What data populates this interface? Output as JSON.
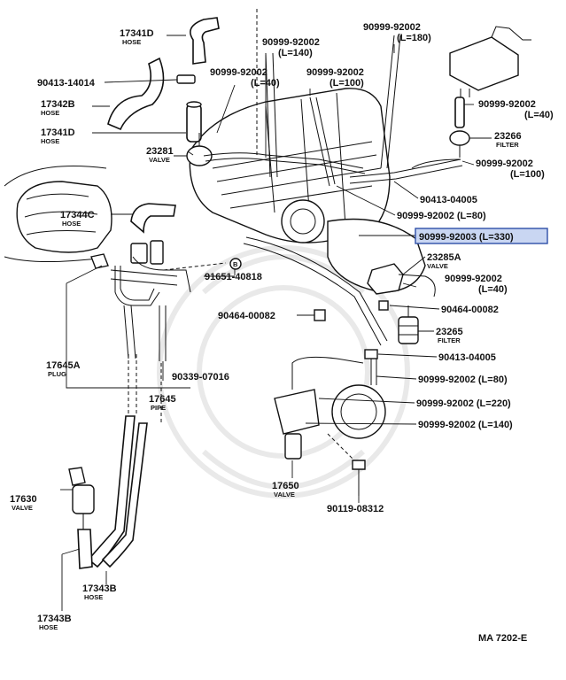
{
  "labels": {
    "p17341D_top": "17341D",
    "p17341D_top_sub": "HOSE",
    "p90413_14014": "90413-14014",
    "p17342B": "17342B",
    "p17342B_sub": "HOSE",
    "p17341D_mid": "17341D",
    "p17341D_mid_sub": "HOSE",
    "p23281": "23281",
    "p23281_sub": "VALVE",
    "p17344C": "17344C",
    "p17344C_sub": "HOSE",
    "p90999_92002_140_a": "90999-92002",
    "p90999_92002_140_b": "(L=140)",
    "p90999_92002_40_a": "90999-92002",
    "p90999_92002_40_b": "(L=40)",
    "p90999_92002_100_a": "90999-92002",
    "p90999_92002_100_b": "(L=100)",
    "p90999_92002_180_a": "90999-92002",
    "p90999_92002_180_b": "(L=180)",
    "p90999_92002_r40_a": "90999-92002",
    "p90999_92002_r40_b": "(L=40)",
    "p23266": "23266",
    "p23266_sub": "FILTER",
    "p90999_92002_r100_a": "90999-92002",
    "p90999_92002_r100_b": "(L=100)",
    "p90413_04005_a": "90413-04005",
    "p90999_92002_80": "90999-92002 (L=80)",
    "p90999_92003_330": "90999-92003 (L=330)",
    "p23285A": "23285A",
    "p23285A_sub": "VALVE",
    "p90999_92002_m40_a": "90999-92002",
    "p90999_92002_m40_b": "(L=40)",
    "p90464_00082_r": "90464-00082",
    "p23265": "23265",
    "p23265_sub": "FILTER",
    "p90413_04005_b": "90413-04005",
    "p90999_92002_b80": "90999-92002 (L=80)",
    "p90999_92002_220": "90999-92002 (L=220)",
    "p90999_92002_b140": "90999-92002 (L=140)",
    "p91651_40818": "91651-40818",
    "p90464_00082_l": "90464-00082",
    "p17645A": "17645A",
    "p17645A_sub": "PLUG",
    "p90339_07016": "90339-07016",
    "p17645": "17645",
    "p17645_sub": "PIPE",
    "p17650": "17650",
    "p17650_sub": "VALVE",
    "p90119_08312": "90119-08312",
    "p17630": "17630",
    "p17630_sub": "VALVE",
    "p17343B_a": "17343B",
    "p17343B_a_sub": "HOSE",
    "p17343B_b": "17343B",
    "p17343B_b_sub": "HOSE",
    "ref_b": "B",
    "diagram_code": "MA 7202-E"
  },
  "highlight": {
    "part_number": "90999-92003 (L=330)",
    "color": "#c9d6f2",
    "border_color": "#2e4fa8"
  }
}
